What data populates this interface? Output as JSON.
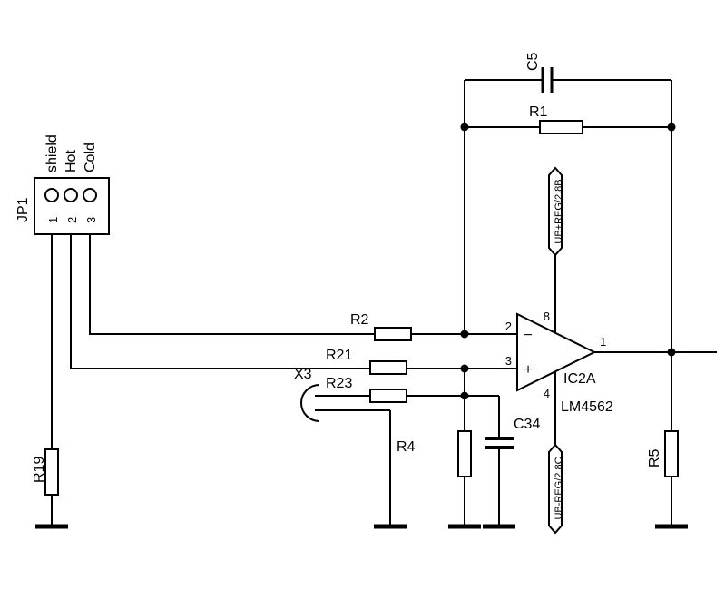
{
  "schematic": {
    "connector_jp1": {
      "ref": "JP1",
      "pin_numbers": [
        "1",
        "2",
        "3"
      ],
      "signal_labels": [
        "shield",
        "Hot",
        "Cold"
      ]
    },
    "connector_x3": {
      "ref": "X3"
    },
    "resistors": {
      "r19": "R19",
      "r2": "R2",
      "r21": "R21",
      "r23": "R23",
      "r4": "R4",
      "r1": "R1",
      "r5": "R5"
    },
    "capacitors": {
      "c5": "C5",
      "c34": "C34"
    },
    "opamp": {
      "designator": "IC2A",
      "part_number": "LM4562",
      "pin_inverting": "2",
      "pin_noninverting": "3",
      "pin_output": "1",
      "pin_vplus": "8",
      "pin_vminus": "4",
      "inverting_sign": "−",
      "noninverting_sign": "+"
    },
    "power_flags": {
      "positive": "UB+REG/2.8B",
      "negative": "UB-REG/2.8C"
    },
    "colors": {
      "line": "#000000",
      "background": "#ffffff"
    }
  }
}
